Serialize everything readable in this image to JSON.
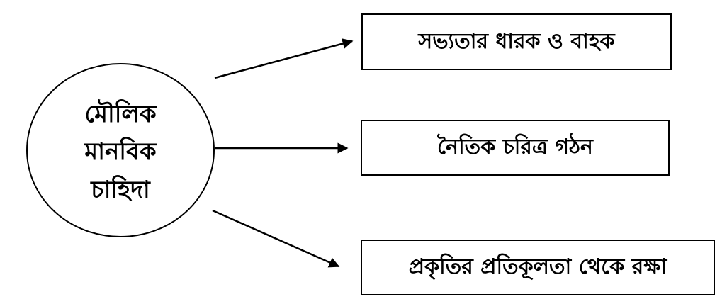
{
  "center": {
    "lines": [
      "মৌলিক",
      "মানবিক",
      "চাহিদা"
    ]
  },
  "outcomes": [
    {
      "label": "সভ্যতার ধারক ও বাহক"
    },
    {
      "label": "নৈতিক চরিত্র গঠন"
    },
    {
      "label": "প্রকৃতির প্রতিকূলতা থেকে রক্ষা"
    }
  ],
  "colors": {
    "stroke": "#000000",
    "background": "#ffffff"
  }
}
